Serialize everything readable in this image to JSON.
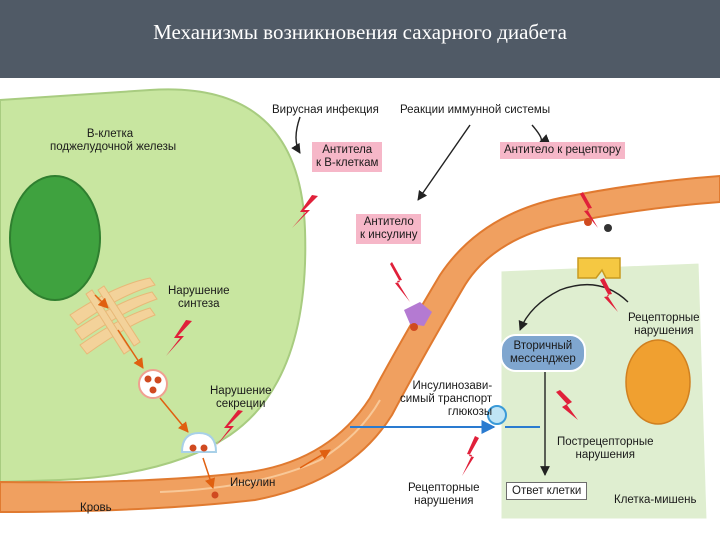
{
  "header": {
    "title": "Механизмы возникновения сахарного диабета"
  },
  "labels": {
    "b_cell_line1": "В-клетка",
    "b_cell_line2": "поджелудочной железы",
    "viral_infection": "Вирусная инфекция",
    "immune_reactions": "Реакции иммунной системы",
    "antibodies_b_line1": "Антитела",
    "antibodies_b_line2": "к В-клеткам",
    "antibody_receptor": "Антитело к рецептору",
    "antibody_insulin_line1": "Антитело",
    "antibody_insulin_line2": "к инсулину",
    "synthesis_line1": "Нарушение",
    "synthesis_line2": "синтеза",
    "secretion_line1": "Нарушение",
    "secretion_line2": "секреции",
    "insulin": "Инсулин",
    "blood": "Кровь",
    "transport_line1": "Инсулинозави-",
    "transport_line2": "симый транспорт",
    "transport_line3": "глюкозы",
    "messenger_line1": "Вторичный",
    "messenger_line2": "мессенджер",
    "receptor_disorders_line1": "Рецепторные",
    "receptor_disorders_line2": "нарушения",
    "postreceptor_line1": "Пострецепторные",
    "postreceptor_line2": "нарушения",
    "cell_response": "Ответ клетки",
    "target_cell": "Клетка-мишень",
    "receptor_bottom_line1": "Рецепторные",
    "receptor_bottom_line2": "нарушения"
  },
  "colors": {
    "header_bg": "#505a66",
    "cell_fill": "#c8e6a0",
    "nucleus_fill": "#3fa23f",
    "vessel_fill": "#f0a060",
    "target_fill": "#dfeed0",
    "target_nucleus": "#f0a030",
    "lightning": "#e0203a",
    "arrow_dark": "#222222",
    "arrow_blue": "#2a7bd0",
    "label_box": "#f6b7c8"
  }
}
